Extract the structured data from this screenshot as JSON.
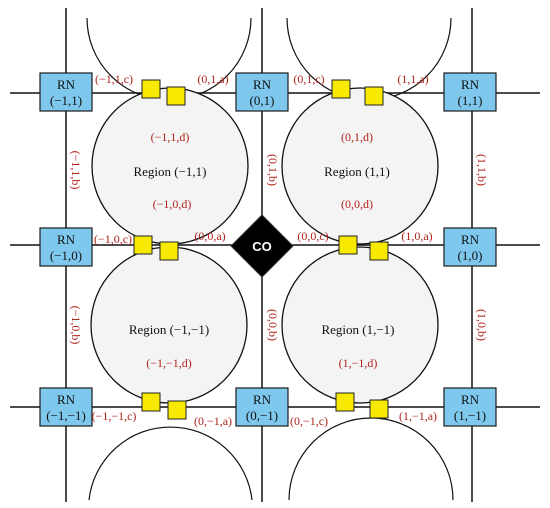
{
  "nodes": [
    {
      "id": "rn-m1-1",
      "line1": "RN",
      "line2": "(−1,1)"
    },
    {
      "id": "rn-0-1",
      "line1": "RN",
      "line2": "(0,1)"
    },
    {
      "id": "rn-1-1",
      "line1": "RN",
      "line2": "(1,1)"
    },
    {
      "id": "rn-m1-0",
      "line1": "RN",
      "line2": "(−1,0)"
    },
    {
      "id": "rn-1-0",
      "line1": "RN",
      "line2": "(1,0)"
    },
    {
      "id": "rn-m1-m1",
      "line1": "RN",
      "line2": "(−1,−1)"
    },
    {
      "id": "rn-0-m1",
      "line1": "RN",
      "line2": "(0,−1)"
    },
    {
      "id": "rn-1-m1",
      "line1": "RN",
      "line2": "(1,−1)"
    }
  ],
  "co": {
    "label": "CO"
  },
  "regions": [
    {
      "name": "Region (−1,1)",
      "top": "(−1,1,d)",
      "bottom": "(−1,0,d)"
    },
    {
      "name": "Region (1,1)",
      "top": "(0,1,d)",
      "bottom": "(0,0,d)"
    },
    {
      "name": "Region (−1,−1)",
      "top": "",
      "bottom": "(−1,−1,d)"
    },
    {
      "name": "Region (1,−1)",
      "top": "",
      "bottom": "(1,−1,d)"
    }
  ],
  "links": {
    "top_row": [
      "(−1,1,c)",
      "(0,1,a)",
      "(0,1,c)",
      "(1,1,a)"
    ],
    "middle_row": [
      "(−1,0,c)",
      "(0,0,a)",
      "(0,0,c)",
      "(1,0,a)"
    ],
    "bottom_row": [
      "(−1,−1,c)",
      "(0,−1,a)",
      "(0,−1,c)",
      "(1,−1,a)"
    ],
    "vertical_upper": [
      "(−1,1,b)",
      "(0,1,b)",
      "(1,1,b)"
    ],
    "vertical_lower": [
      "(−1,0,b)",
      "(0,0,b)",
      "(1,0,b)"
    ]
  },
  "colors": {
    "node_fill": "#7ec8ee",
    "label_red": "#b0241e",
    "coupler_yellow": "#f7ea00",
    "co_fill": "#000000"
  }
}
